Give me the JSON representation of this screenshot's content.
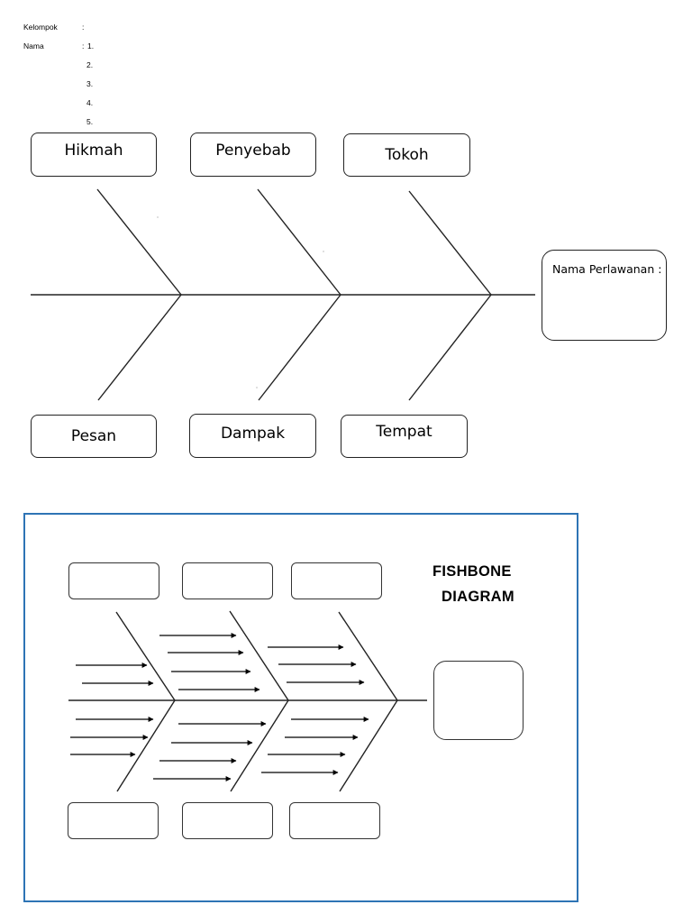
{
  "form": {
    "group_label": "Kelompok",
    "group_colon": ":",
    "names_label": "Nama",
    "names_colon": ":",
    "numbers": [
      "1.",
      "2.",
      "3.",
      "4.",
      "5."
    ]
  },
  "fishbone_top": {
    "top_boxes": [
      "Hikmah",
      "Penyebab",
      "Tokoh"
    ],
    "bottom_boxes": [
      "Pesan",
      "Dampak",
      "Tempat"
    ],
    "head_label": "Nama Perlawanan :"
  },
  "fishbone_example": {
    "title_line1": "FISHBONE",
    "title_line2": "DIAGRAM",
    "frame_color": "#2e74b5"
  }
}
